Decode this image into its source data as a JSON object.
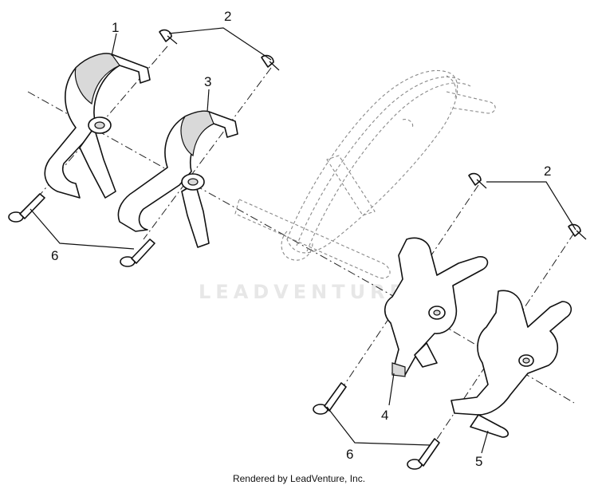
{
  "callouts": {
    "c1": "1",
    "c2a": "2",
    "c2b": "2",
    "c3": "3",
    "c4": "4",
    "c5": "5",
    "c6a": "6",
    "c6b": "6"
  },
  "watermark": "LEADVENTURE",
  "footer": "Rendered by LeadVenture, Inc."
}
